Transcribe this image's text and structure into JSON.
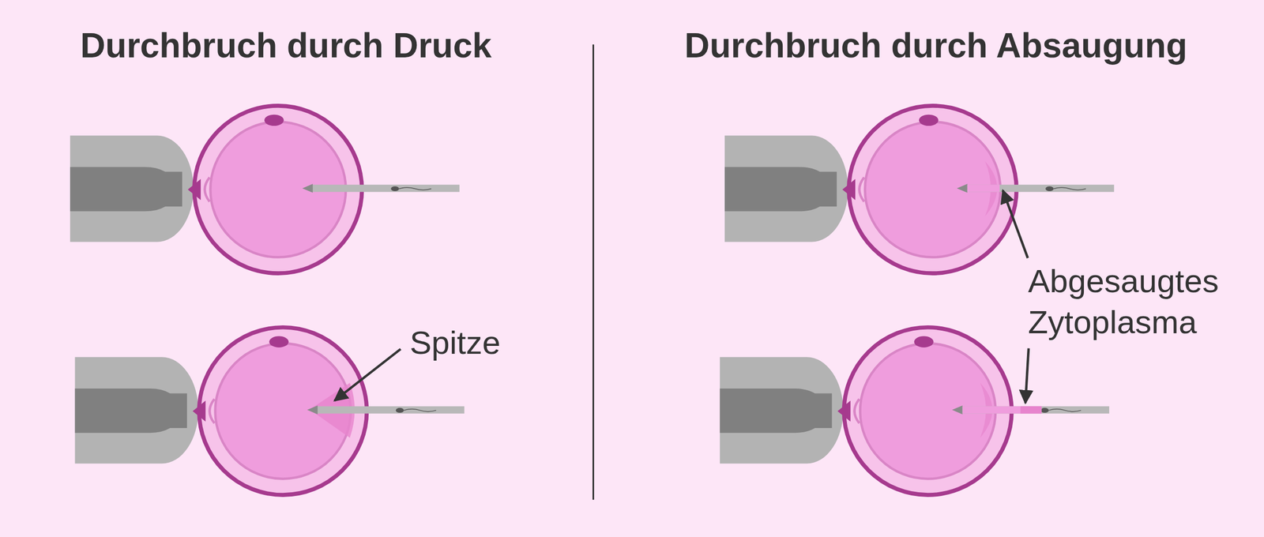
{
  "diagram": {
    "labels": [
      "Durchbruch durch Druck",
      "Durchbruch durch Absaugung",
      "Spitze",
      "Abgesaugtes Zytoplasma"
    ]
  }
}
